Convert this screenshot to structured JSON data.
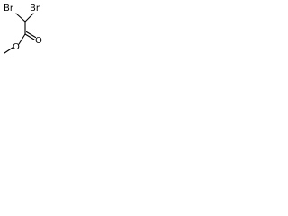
{
  "molecule": {
    "atoms": {
      "br_left": "Br",
      "br_right": "Br",
      "o_carbonyl": "O",
      "o_ester": "O"
    },
    "colors": {
      "ink": "#000000",
      "background": "#ffffff"
    }
  }
}
